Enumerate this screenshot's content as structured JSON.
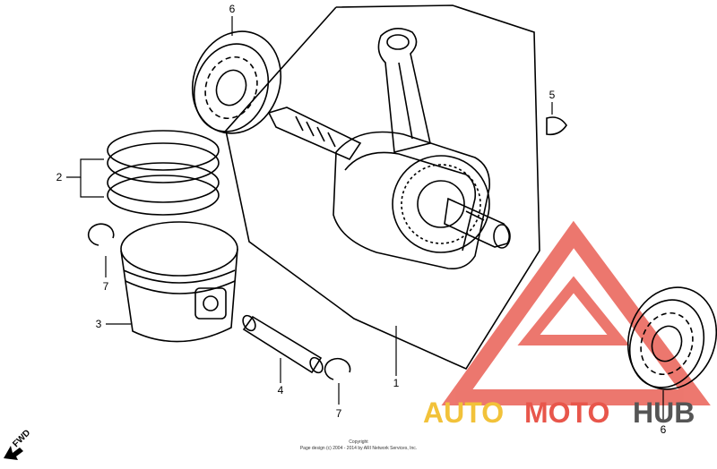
{
  "callouts": {
    "crankshaft": "1",
    "piston_rings": "2",
    "piston": "3",
    "piston_pin": "4",
    "key": "5",
    "bearing_top": "6",
    "bearing_bottom": "6",
    "clip_left": "7",
    "clip_right": "7"
  },
  "direction": {
    "label": "FWD",
    "icon": "arrow-down-left-icon"
  },
  "copyright": {
    "line1": "Copyright",
    "line2": "Page design (c) 2004 - 2014 by ARI Network Services, Inc."
  },
  "watermark": {
    "auto": "AUTO",
    "moto": "MOTO",
    "hub": "HUB",
    "colors": {
      "auto": "#f2c23a",
      "moto": "#e8564b",
      "hub": "#555555",
      "logo": "#e8564b"
    }
  }
}
